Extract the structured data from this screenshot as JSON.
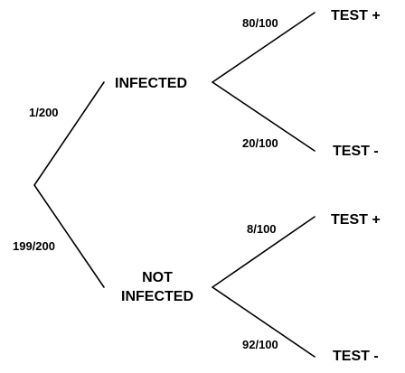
{
  "tree": {
    "nodes": {
      "infected": "INFECTED",
      "not_infected_line1": "NOT",
      "not_infected_line2": "INFECTED",
      "infected_test_pos": "TEST +",
      "infected_test_neg": "TEST -",
      "not_infected_test_pos": "TEST +",
      "not_infected_test_neg": "TEST -"
    },
    "probabilities": {
      "infected": "1/200",
      "not_infected": "199/200",
      "infected_pos": "80/100",
      "infected_neg": "20/100",
      "not_infected_pos": "8/100",
      "not_infected_neg": "92/100"
    },
    "colors": {
      "line": "#000000",
      "text": "#000000",
      "background": "#ffffff"
    }
  }
}
